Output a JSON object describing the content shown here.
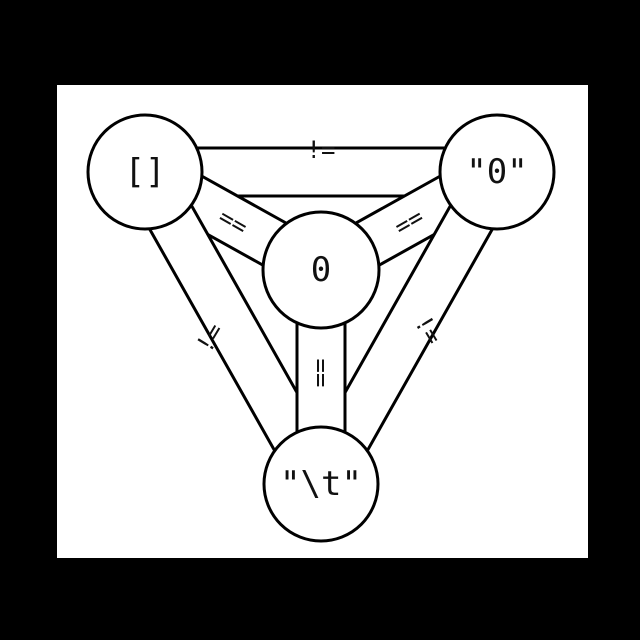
{
  "colors": {
    "background": "#000000",
    "panel": "#ffffff",
    "stroke": "#000000",
    "text": "#111111"
  },
  "diagram": {
    "nodes": [
      {
        "id": "empty-array",
        "label": "[]"
      },
      {
        "id": "string-zero",
        "label": "\"0\""
      },
      {
        "id": "zero",
        "label": "0"
      },
      {
        "id": "string-tab",
        "label": "\"\\t\""
      }
    ],
    "edges": [
      {
        "from": "empty-array",
        "to": "string-zero",
        "label": "!="
      },
      {
        "from": "empty-array",
        "to": "zero",
        "label": "=="
      },
      {
        "from": "string-zero",
        "to": "zero",
        "label": "=="
      },
      {
        "from": "empty-array",
        "to": "string-tab",
        "label": "!="
      },
      {
        "from": "string-zero",
        "to": "string-tab",
        "label": "!="
      },
      {
        "from": "zero",
        "to": "string-tab",
        "label": "=="
      }
    ]
  }
}
